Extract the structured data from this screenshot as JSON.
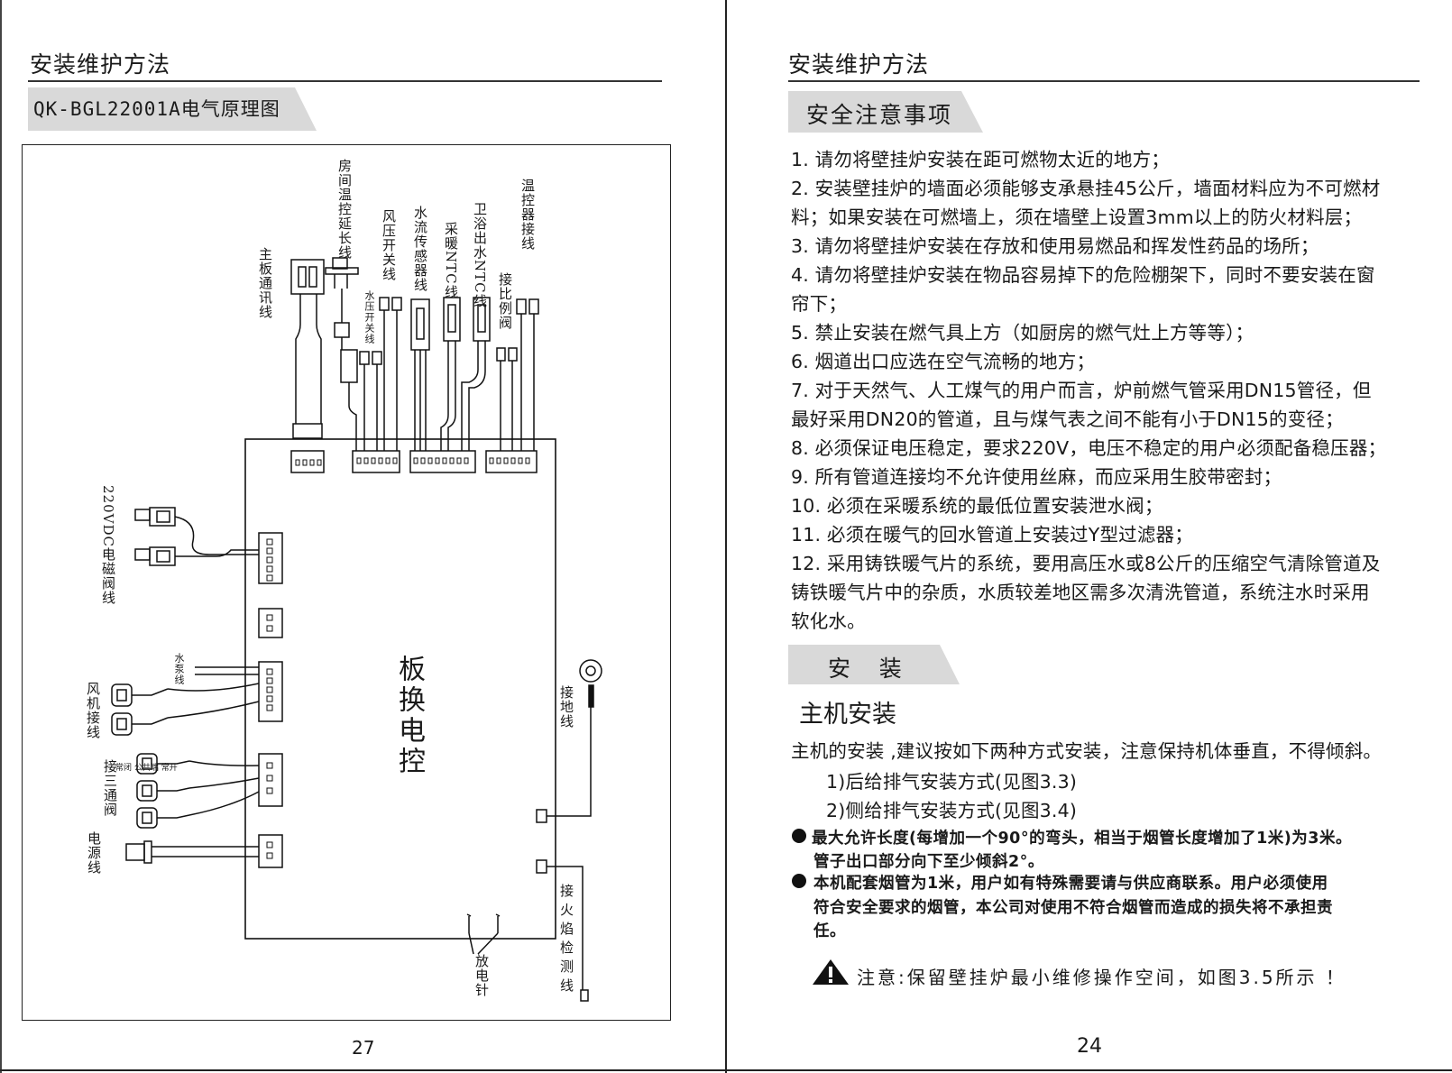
{
  "left_page": {
    "section_title": "安装维护方法",
    "diagram_title": "QK-BGL22001A电气原理图",
    "board_label": "板换电控",
    "labels": {
      "main_comm": "主板通讯线",
      "room_thermo": "房间温控延长线",
      "water_pressure_sw": "水压开关线",
      "wind_pressure_sw": "风压开关线",
      "flow_sensor": "水流传感器线",
      "heating_ntc": "采暖NTC线",
      "dhw_ntc": "卫浴出水NTC线",
      "thermo_conn": "温控器接线",
      "prop_valve": "接比例阀",
      "solenoid": "220VDC电磁阀线",
      "pump": "水泵线",
      "fan": "风机接线",
      "three_way_small": "常闭 公共端 常开",
      "three_way": "接三通阀",
      "power": "电源线",
      "ground": "接地线",
      "flame_detect": "接火焰检测线",
      "ignition": "放电针"
    },
    "page_number": "27"
  },
  "right_page": {
    "section_title": "安装维护方法",
    "safety_heading": "安全注意事项",
    "safety_lines": [
      "1.  请勿将壁挂炉安装在距可燃物太近的地方；",
      "2.  安装壁挂炉的墙面必须能够支承悬挂45公斤，墙面材料应为不可燃材",
      "料；如果安装在可燃墙上，须在墙壁上设置3mm以上的防火材料层；",
      "3.  请勿将壁挂炉安装在存放和使用易燃品和挥发性药品的场所；",
      "4.  请勿将壁挂炉安装在物品容易掉下的危险棚架下，同时不要安装在窗",
      "帘下；",
      "5.  禁止安装在燃气具上方（如厨房的燃气灶上方等等）；",
      "6.  烟道出口应选在空气流畅的地方；",
      "7.  对于天然气、人工煤气的用户而言，炉前燃气管采用DN15管径，但",
      "最好采用DN20的管道，且与煤气表之间不能有小于DN15的变径；",
      "8.  必须保证电压稳定，要求220V，电压不稳定的用户必须配备稳压器；",
      "9.  所有管道连接均不允许使用丝麻，而应采用生胶带密封；",
      "10. 必须在采暖系统的最低位置安装泄水阀；",
      "11. 必须在暖气的回水管道上安装过Y型过滤器；",
      "12. 采用铸铁暖气片的系统，要用高压水或8公斤的压缩空气清除管道及",
      "铸铁暖气片中的杂质，水质较差地区需多次清洗管道，系统注水时采用",
      "软化水。"
    ],
    "install_heading": "安    装",
    "host_heading": "主机安装",
    "host_intro": "主机的安装 ,建议按如下两种方式安装，注意保持机体垂直，不得倾斜。",
    "option_1": "1)后给排气安装方式(见图3.3)",
    "option_2": "2)侧给排气安装方式(见图3.4)",
    "bullet_1a": "最大允许长度(每增加一个90°的弯头，相当于烟管长度增加了1米)为3米。",
    "bullet_1b": "管子出口部分向下至少倾斜2°。",
    "bullet_2a": "本机配套烟管为1米，用户如有特殊需要请与供应商联系。用户必须使用",
    "bullet_2b": "符合安全要求的烟管，本公司对使用不符合烟管而造成的损失将不承担责",
    "bullet_2c": "任。",
    "warning": "注意:保留壁挂炉最小维修操作空间，如图3.5所示 ！",
    "page_number": "24"
  },
  "colors": {
    "band": "#d9d9d9",
    "ink": "#1a1a1a"
  }
}
